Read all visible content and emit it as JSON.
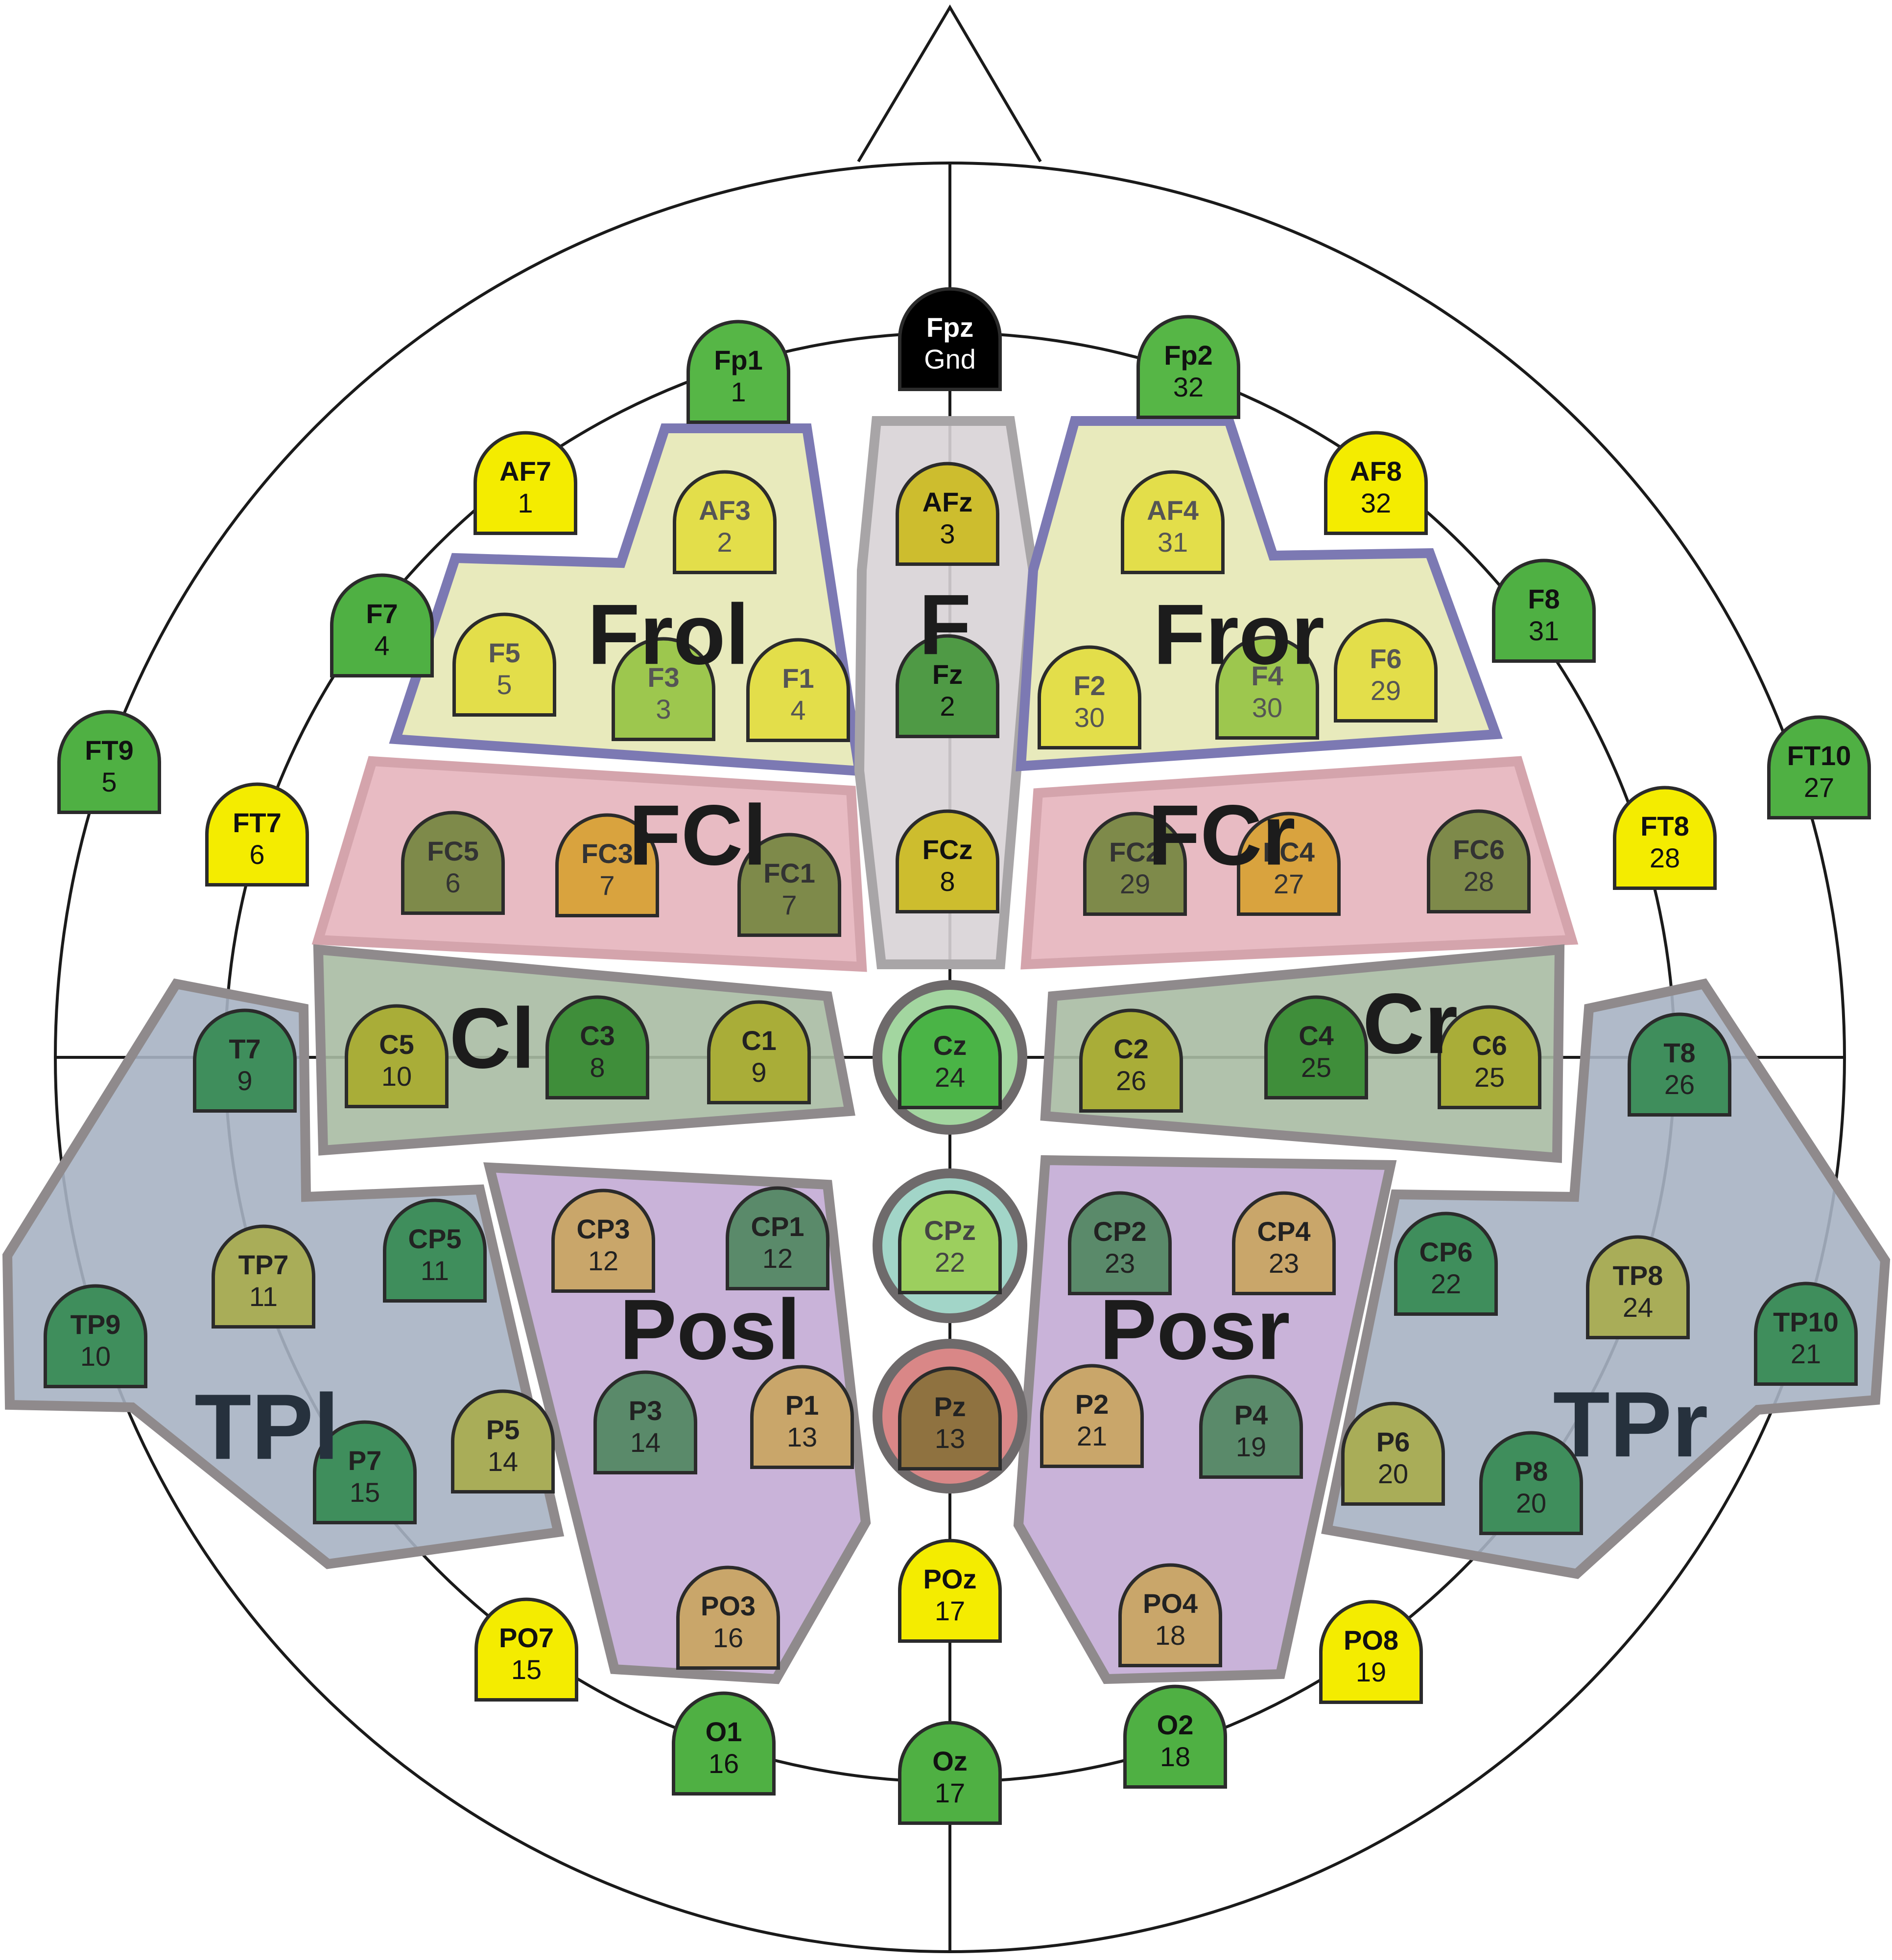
{
  "diagram": {
    "colors": {
      "green": "#5ab84a",
      "yellow": "#f1ea00",
      "black": "#000000",
      "olive_yellow": "#cbbf38",
      "dark_green": "#3f8e3a",
      "region_frontal_lateral": "#e6e8b5",
      "region_frontal_central": "#d8d3d6",
      "region_fc": "#e6b4bd",
      "region_c": "#a9bba3",
      "region_tp": "#a7b3c3",
      "region_pos": "#c3abd5"
    },
    "regions": [
      {
        "id": "frol",
        "label": "Frol",
        "fill": "#e6e8b5",
        "stroke": "#7c79b3"
      },
      {
        "id": "f",
        "label": "F",
        "fill": "#d8d3d6",
        "stroke": "#a8a5a7"
      },
      {
        "id": "fror",
        "label": "Fror",
        "fill": "#e6e8b5",
        "stroke": "#7c79b3"
      },
      {
        "id": "fcl",
        "label": "FCl",
        "fill": "#e6b4bd",
        "stroke": "#d4a4ac"
      },
      {
        "id": "fcr",
        "label": "FCr",
        "fill": "#e6b4bd",
        "stroke": "#d4a4ac"
      },
      {
        "id": "cl",
        "label": "Cl",
        "fill": "#a9bba3",
        "stroke": "#8f8a8c"
      },
      {
        "id": "cr",
        "label": "Cr",
        "fill": "#a9bba3",
        "stroke": "#8f8a8c"
      },
      {
        "id": "tpl",
        "label": "TPl",
        "fill": "#a7b3c3",
        "stroke": "#8f8a8c"
      },
      {
        "id": "tpr",
        "label": "TPr",
        "fill": "#a7b3c3",
        "stroke": "#8f8a8c"
      },
      {
        "id": "posl",
        "label": "Posl",
        "fill": "#c3abd5",
        "stroke": "#8f8a8c"
      },
      {
        "id": "posr",
        "label": "Posr",
        "fill": "#c3abd5",
        "stroke": "#8f8a8c"
      }
    ],
    "central_circles": [
      {
        "id": "cz",
        "fill": "#a3d6a0"
      },
      {
        "id": "cpz",
        "fill": "#a2d5c8"
      },
      {
        "id": "pz",
        "fill": "#d98787"
      }
    ],
    "electrodes": [
      {
        "name": "Fpz",
        "num": "Gnd",
        "color": "#000000",
        "text": "#ffffff"
      },
      {
        "name": "Fp1",
        "num": "1",
        "color": "#56b646",
        "text": "#111111"
      },
      {
        "name": "Fp2",
        "num": "32",
        "color": "#56b646",
        "text": "#111111"
      },
      {
        "name": "AF7",
        "num": "1",
        "color": "#f4ec00",
        "text": "#111111"
      },
      {
        "name": "AF8",
        "num": "32",
        "color": "#f4ec00",
        "text": "#111111"
      },
      {
        "name": "AF3",
        "num": "2",
        "color": "#e3de4a",
        "text": "#555555"
      },
      {
        "name": "AFz",
        "num": "3",
        "color": "#cdbd2e",
        "text": "#111111"
      },
      {
        "name": "AF4",
        "num": "31",
        "color": "#e3de4a",
        "text": "#555555"
      },
      {
        "name": "F7",
        "num": "4",
        "color": "#4fb043",
        "text": "#111111"
      },
      {
        "name": "F8",
        "num": "31",
        "color": "#4fb043",
        "text": "#111111"
      },
      {
        "name": "F5",
        "num": "5",
        "color": "#e3de4a",
        "text": "#555555"
      },
      {
        "name": "F3",
        "num": "3",
        "color": "#9dc74e",
        "text": "#555555"
      },
      {
        "name": "F1",
        "num": "4",
        "color": "#e3de4a",
        "text": "#555555"
      },
      {
        "name": "Fz",
        "num": "2",
        "color": "#4f9a45",
        "text": "#111111"
      },
      {
        "name": "F2",
        "num": "30",
        "color": "#e3de4a",
        "text": "#555555"
      },
      {
        "name": "F4",
        "num": "30",
        "color": "#9dc74e",
        "text": "#555555"
      },
      {
        "name": "F6",
        "num": "29",
        "color": "#e3de4a",
        "text": "#555555"
      },
      {
        "name": "FT9",
        "num": "5",
        "color": "#4fb043",
        "text": "#111111"
      },
      {
        "name": "FT10",
        "num": "27",
        "color": "#4fb043",
        "text": "#111111"
      },
      {
        "name": "FT7",
        "num": "6",
        "color": "#f4ec00",
        "text": "#111111"
      },
      {
        "name": "FT8",
        "num": "28",
        "color": "#f4ec00",
        "text": "#111111"
      },
      {
        "name": "FC5",
        "num": "6",
        "color": "#7e8a4a",
        "text": "#333333"
      },
      {
        "name": "FC3",
        "num": "7",
        "color": "#d9a33e",
        "text": "#333333"
      },
      {
        "name": "FC1",
        "num": "7",
        "color": "#7e8a4a",
        "text": "#333333"
      },
      {
        "name": "FCz",
        "num": "8",
        "color": "#cdbd2e",
        "text": "#111111"
      },
      {
        "name": "FC2",
        "num": "29",
        "color": "#7e8a4a",
        "text": "#333333"
      },
      {
        "name": "FC4",
        "num": "27",
        "color": "#d9a33e",
        "text": "#333333"
      },
      {
        "name": "FC6",
        "num": "28",
        "color": "#7e8a4a",
        "text": "#333333"
      },
      {
        "name": "T7",
        "num": "9",
        "color": "#3f8e5c",
        "text": "#222222"
      },
      {
        "name": "C5",
        "num": "10",
        "color": "#a9ad38",
        "text": "#222222"
      },
      {
        "name": "C3",
        "num": "8",
        "color": "#3f8e3a",
        "text": "#222222"
      },
      {
        "name": "C1",
        "num": "9",
        "color": "#a9ad38",
        "text": "#222222"
      },
      {
        "name": "Cz",
        "num": "24",
        "color": "#4ab446",
        "text": "#222222"
      },
      {
        "name": "C2",
        "num": "26",
        "color": "#a9ad38",
        "text": "#222222"
      },
      {
        "name": "C4",
        "num": "25",
        "color": "#3f8e3a",
        "text": "#222222"
      },
      {
        "name": "C6",
        "num": "25",
        "color": "#a9ad38",
        "text": "#222222"
      },
      {
        "name": "T8",
        "num": "26",
        "color": "#3f8e5c",
        "text": "#222222"
      },
      {
        "name": "CP5",
        "num": "11",
        "color": "#3f8e5c",
        "text": "#222222"
      },
      {
        "name": "CP3",
        "num": "12",
        "color": "#c9a66a",
        "text": "#222222"
      },
      {
        "name": "CP1",
        "num": "12",
        "color": "#5a8a6a",
        "text": "#222222"
      },
      {
        "name": "CPz",
        "num": "22",
        "color": "#9ccf5e",
        "text": "#444444"
      },
      {
        "name": "CP2",
        "num": "23",
        "color": "#5a8a6a",
        "text": "#222222"
      },
      {
        "name": "CP4",
        "num": "23",
        "color": "#c9a66a",
        "text": "#222222"
      },
      {
        "name": "CP6",
        "num": "22",
        "color": "#3f8e5c",
        "text": "#222222"
      },
      {
        "name": "TP7",
        "num": "11",
        "color": "#a9ad58",
        "text": "#222222"
      },
      {
        "name": "TP8",
        "num": "24",
        "color": "#a9ad58",
        "text": "#222222"
      },
      {
        "name": "TP9",
        "num": "10",
        "color": "#3f8e5c",
        "text": "#222222"
      },
      {
        "name": "TP10",
        "num": "21",
        "color": "#3f8e5c",
        "text": "#222222"
      },
      {
        "name": "P7",
        "num": "15",
        "color": "#3f8e5c",
        "text": "#222222"
      },
      {
        "name": "P5",
        "num": "14",
        "color": "#a9ad58",
        "text": "#222222"
      },
      {
        "name": "P3",
        "num": "14",
        "color": "#5a8a6a",
        "text": "#222222"
      },
      {
        "name": "P1",
        "num": "13",
        "color": "#c9a66a",
        "text": "#222222"
      },
      {
        "name": "Pz",
        "num": "13",
        "color": "#8f7240",
        "text": "#222222"
      },
      {
        "name": "P2",
        "num": "21",
        "color": "#c9a66a",
        "text": "#222222"
      },
      {
        "name": "P4",
        "num": "19",
        "color": "#5a8a6a",
        "text": "#222222"
      },
      {
        "name": "P6",
        "num": "20",
        "color": "#a9ad58",
        "text": "#222222"
      },
      {
        "name": "P8",
        "num": "20",
        "color": "#3f8e5c",
        "text": "#222222"
      },
      {
        "name": "PO3",
        "num": "16",
        "color": "#c9a66a",
        "text": "#222222"
      },
      {
        "name": "PO4",
        "num": "18",
        "color": "#c9a66a",
        "text": "#222222"
      },
      {
        "name": "POz",
        "num": "17",
        "color": "#f4ec00",
        "text": "#111111"
      },
      {
        "name": "PO7",
        "num": "15",
        "color": "#f4ec00",
        "text": "#111111"
      },
      {
        "name": "PO8",
        "num": "19",
        "color": "#f4ec00",
        "text": "#111111"
      },
      {
        "name": "O1",
        "num": "16",
        "color": "#4fb043",
        "text": "#111111"
      },
      {
        "name": "Oz",
        "num": "17",
        "color": "#4fb043",
        "text": "#111111"
      },
      {
        "name": "O2",
        "num": "18",
        "color": "#4fb043",
        "text": "#111111"
      }
    ]
  }
}
